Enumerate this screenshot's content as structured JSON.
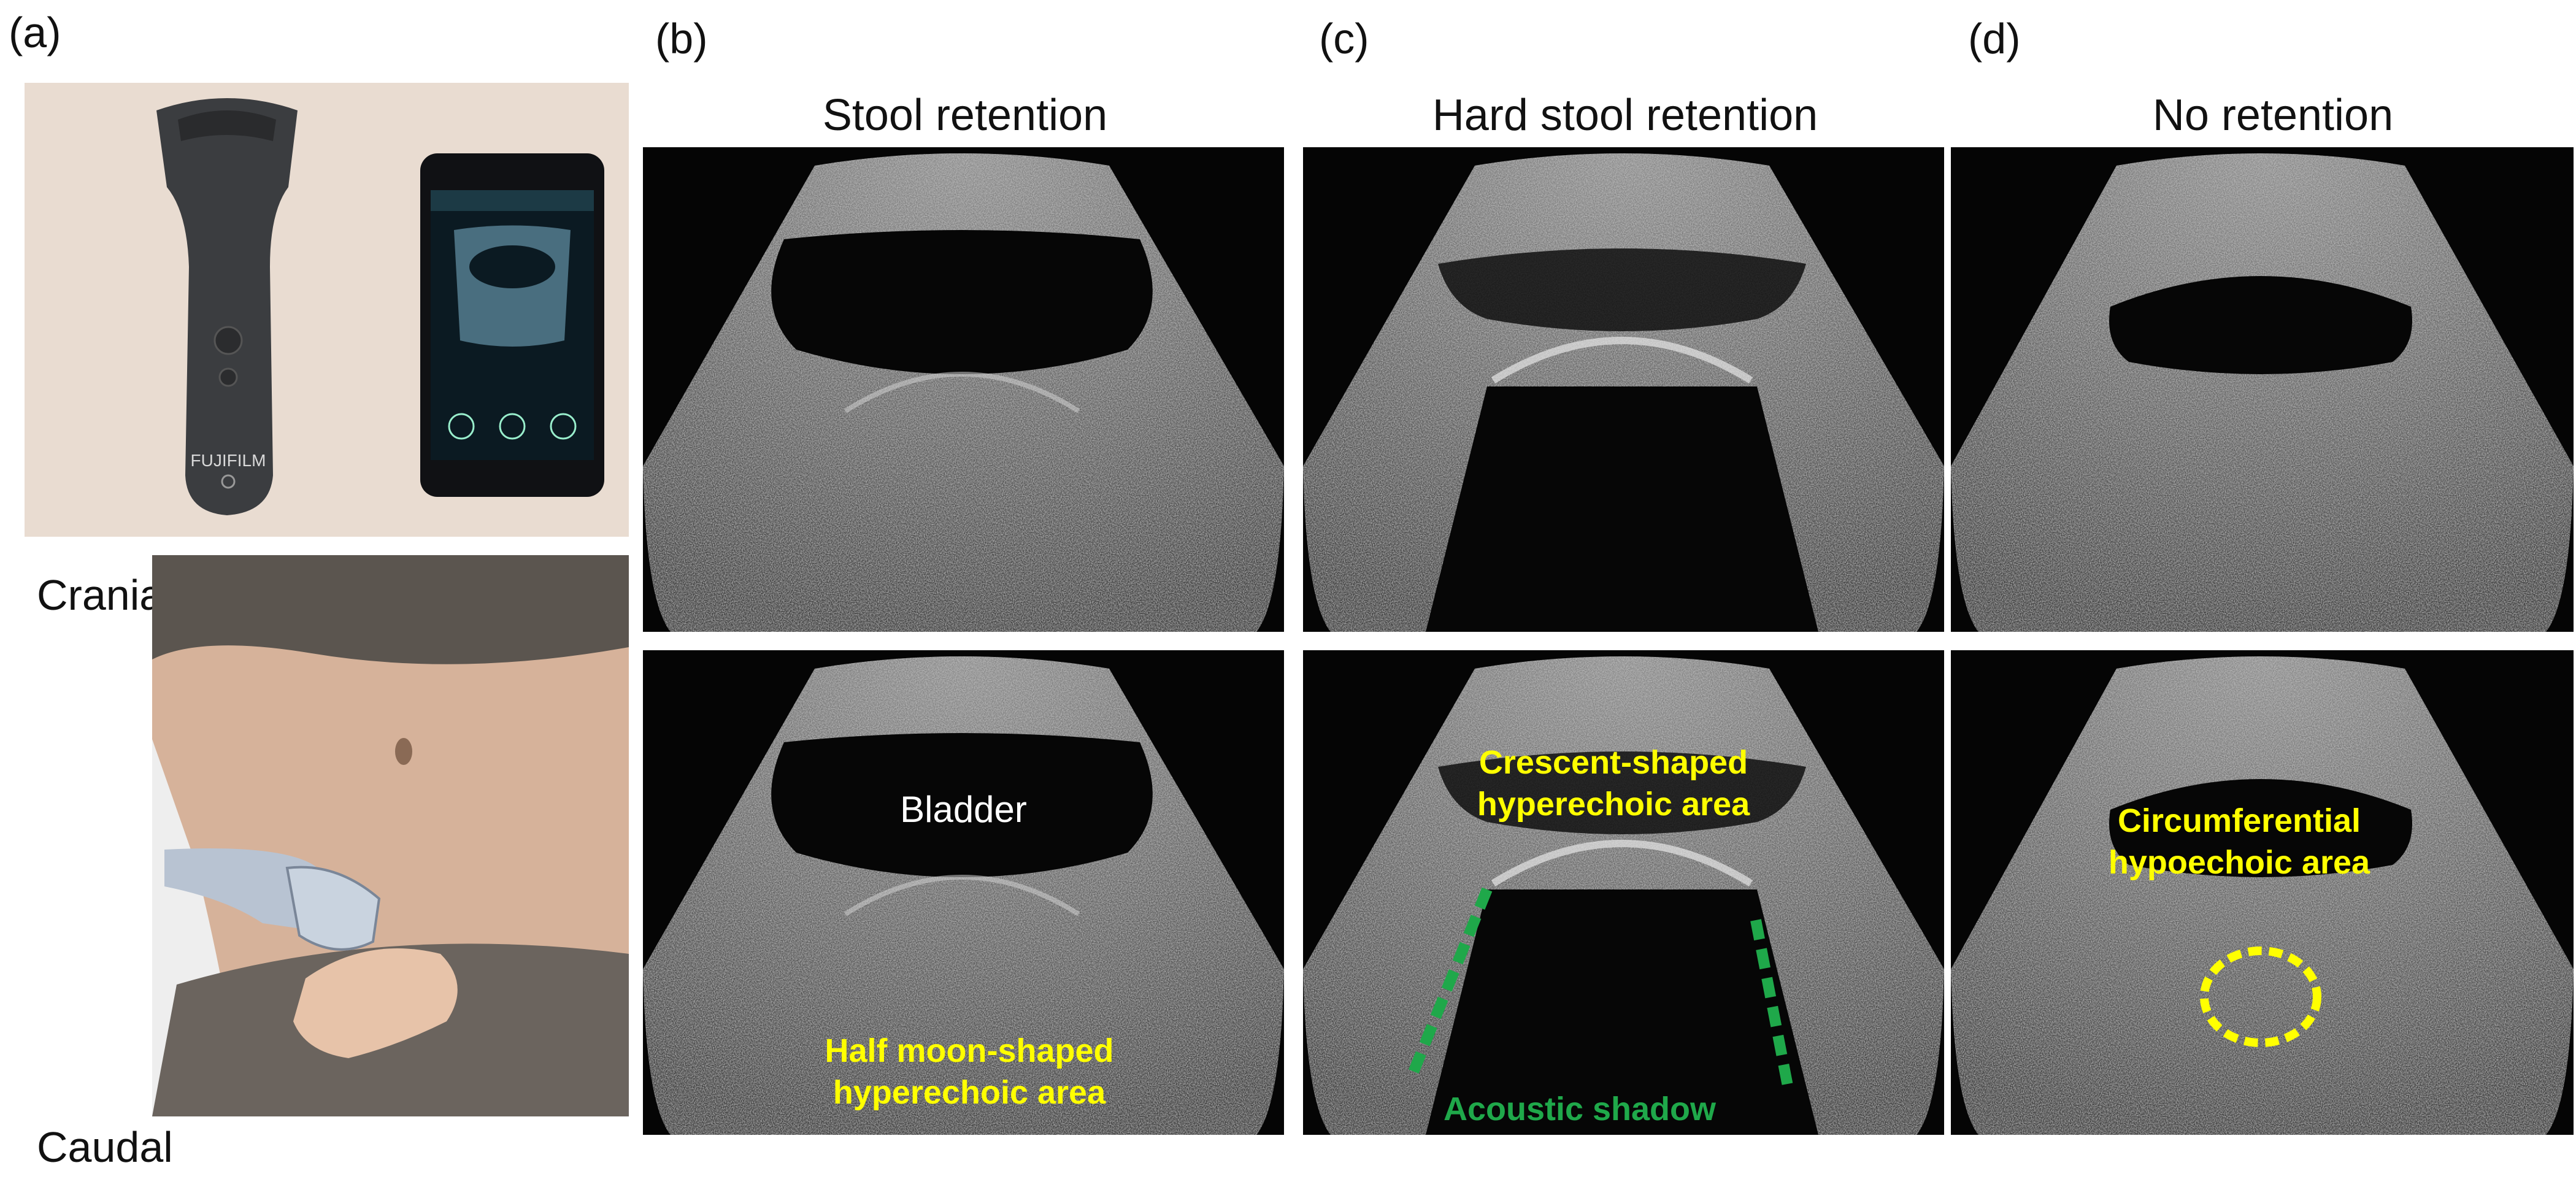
{
  "panels": {
    "a": {
      "label": "(a)"
    },
    "b": {
      "label": "(b)",
      "title": "Stool retention"
    },
    "c": {
      "label": "(c)",
      "title": "Hard stool retention"
    },
    "d": {
      "label": "(d)",
      "title": "No retention"
    }
  },
  "photo": {
    "device_brand": "FUJIFILM",
    "side_labels": {
      "top": "Cranial",
      "bottom": "Caudal"
    }
  },
  "annotations": {
    "bladder": "Bladder",
    "half_moon": [
      "Half moon-shaped",
      "hyperechoic area"
    ],
    "crescent": [
      "Crescent-shaped",
      "hyperechoic area"
    ],
    "acoustic_shadow": "Acoustic shadow",
    "circumferential": [
      "Circumferential",
      "hypoechoic area"
    ]
  },
  "colors": {
    "annotation_yellow": "#ffff00",
    "annotation_green": "#1fa84a",
    "annotation_white": "#ffffff"
  }
}
